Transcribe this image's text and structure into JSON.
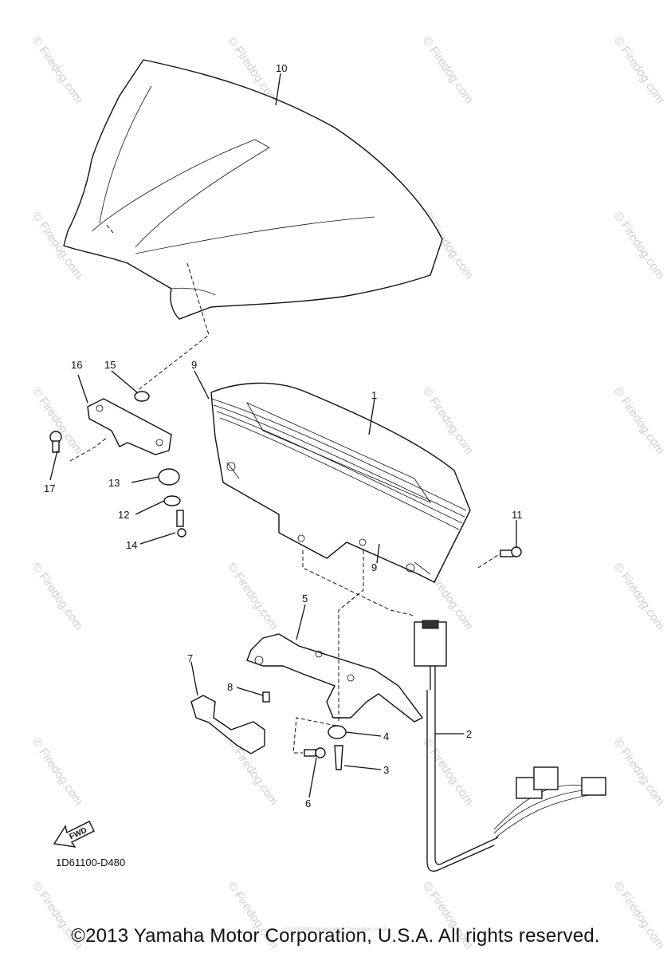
{
  "watermark": {
    "text": "© Firedog.com",
    "center_text": "Yamaha Motor Corporation"
  },
  "callouts": [
    "10",
    "16",
    "15",
    "9",
    "1",
    "17",
    "13",
    "12",
    "14",
    "11",
    "9",
    "5",
    "7",
    "8",
    "4",
    "2",
    "3",
    "6"
  ],
  "fwd_label": "FWD",
  "diagram_code": "1D61100-D480",
  "copyright": "©2013 Yamaha Motor Corporation, U.S.A. All rights reserved.",
  "small_notice": "(c) 2005-2013 Yamaha Motor Corporation, U.S.A."
}
